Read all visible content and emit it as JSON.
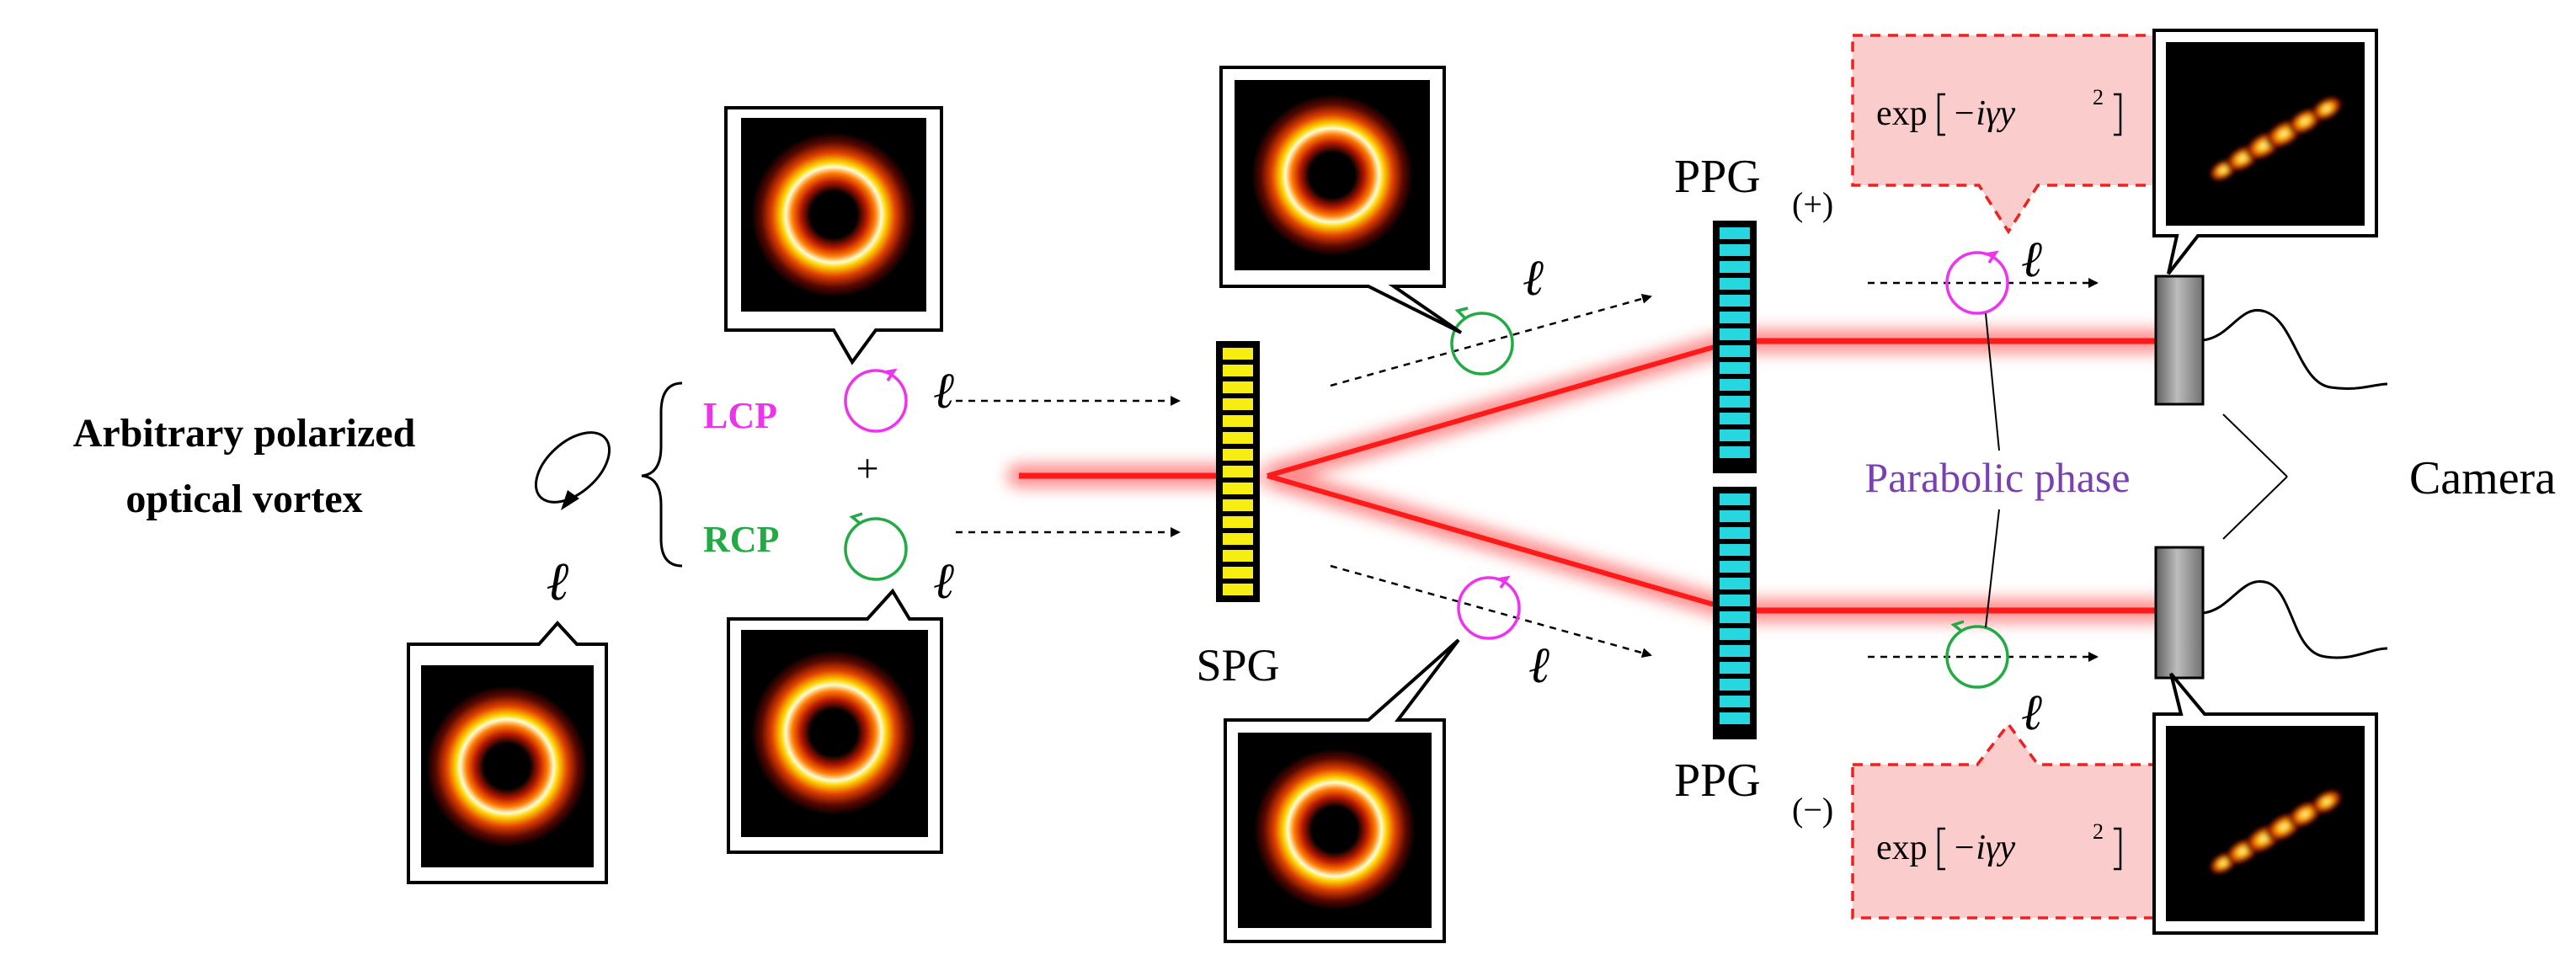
{
  "labels": {
    "source_line1": "Arbitrary polarized",
    "source_line2": "optical vortex",
    "ell": "ℓ",
    "lcp": "LCP",
    "rcp": "RCP",
    "plus": "+",
    "spg": "SPG",
    "ppg_plus_main": "PPG",
    "ppg_plus_sub": "(+)",
    "ppg_minus_main": "PPG",
    "ppg_minus_sub": "(−)",
    "parabolic": "Parabolic phase",
    "camera": "Camera",
    "exp_prefix": "exp",
    "exp_arg": "−iγy",
    "exp_power": "2"
  },
  "colors": {
    "lcp": "#ee33ee",
    "rcp": "#22aa44",
    "parabolic": "#7a3fb0",
    "beam": "#ff1a1a",
    "beam_glow": "#ff8080",
    "spg_grating": "#f5ee10",
    "ppg_grating": "#27d7df",
    "phase_box_fill": "#fbcccc",
    "phase_box_border": "#ee2020",
    "camera_body": "#8c8c8c"
  },
  "icons": {
    "donut": "donut-intensity-icon",
    "fringes": "fringe-pattern-icon",
    "camera": "camera-icon",
    "grating": "grating-icon"
  }
}
